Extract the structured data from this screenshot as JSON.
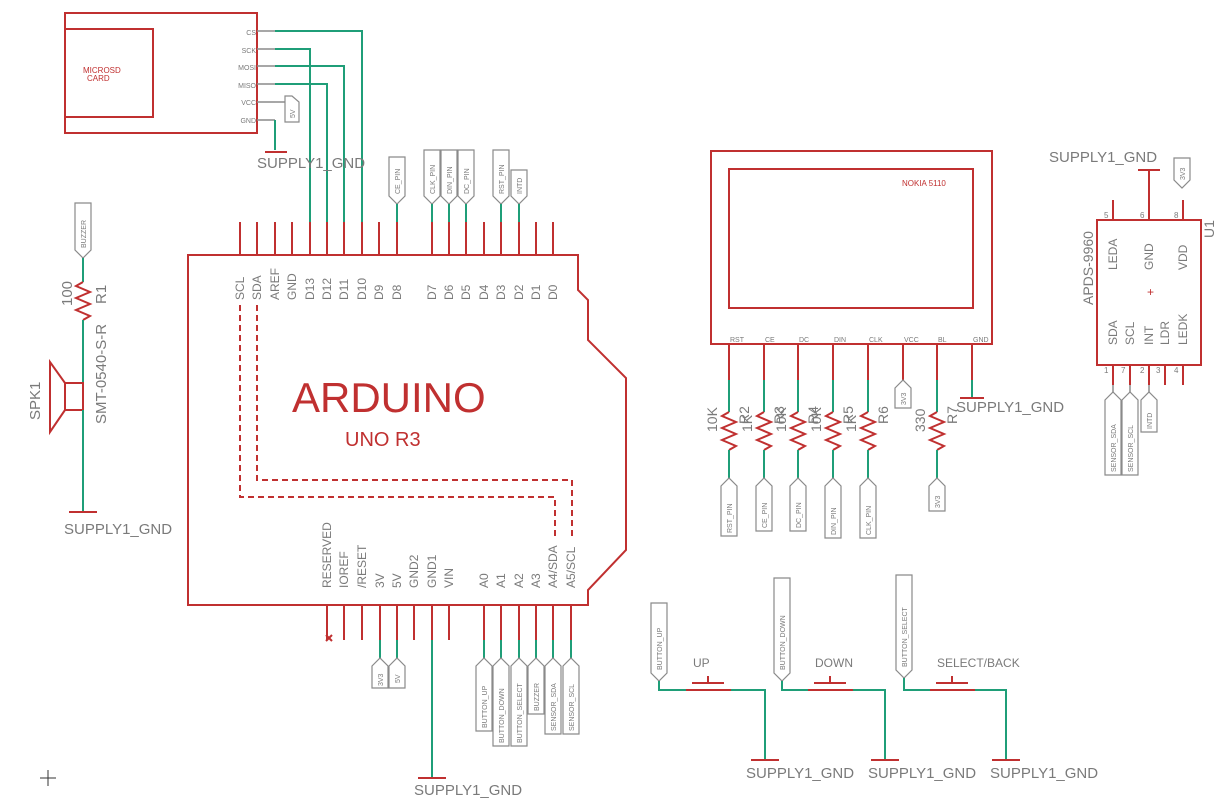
{
  "supply_gnd": "SUPPLY1_GND",
  "sd": {
    "name": "MICROSD\nCARD",
    "name_line1": "MICROSD",
    "name_line2": "CARD",
    "pins": [
      "CS",
      "SCK",
      "MOSI",
      "MISO",
      "VCC",
      "GND"
    ],
    "vcc_flag": "5V"
  },
  "arduino": {
    "title": "ARDUINO",
    "subtitle": "UNO R3",
    "top_pins": [
      "SCL",
      "SDA",
      "AREF",
      "GND",
      "D13",
      "D12",
      "D11",
      "D10",
      "D9",
      "D8",
      "D7",
      "D6",
      "D5",
      "D4",
      "D3",
      "D2",
      "D1",
      "D0"
    ],
    "bottom_pins": [
      "RESERVED",
      "IOREF",
      "/RESET",
      "3V",
      "5V",
      "GND2",
      "GND1",
      "VIN",
      "A0",
      "A1",
      "A2",
      "A3",
      "A4/SDA",
      "A5/SCL"
    ],
    "top_flags": [
      "CE_PIN",
      "CLK_PIN",
      "DIN_PIN",
      "DC_PIN",
      "RST_PIN",
      "INTD"
    ],
    "bottom_power_flags": [
      "3V3",
      "5V"
    ],
    "bottom_flags": [
      "BUTTON_UP",
      "BUTTON_DOWN",
      "BUTTON_SELECT",
      "BUZZER",
      "SENSOR_SDA",
      "SENSOR_SCL"
    ]
  },
  "speaker": {
    "name": "SPK1",
    "part": "SMT-0540-S-R",
    "res_name": "R1",
    "res_value": "100",
    "flag": "BUZZER"
  },
  "nokia": {
    "name": "NOKIA 5110",
    "pins": [
      "RST",
      "CE",
      "DC",
      "DIN",
      "CLK",
      "VCC",
      "BL",
      "GND"
    ],
    "vcc_flag": "3V3",
    "resistors": [
      {
        "value": "10K",
        "name": "R2"
      },
      {
        "value": "1K",
        "name": "R3"
      },
      {
        "value": "10K",
        "name": "R4"
      },
      {
        "value": "10K",
        "name": "R5"
      },
      {
        "value": "1K",
        "name": "R6"
      },
      {
        "value": "330",
        "name": "R7"
      }
    ],
    "flags": [
      "RST_PIN",
      "CE_PIN",
      "DC_PIN",
      "DIN_PIN",
      "CLK_PIN",
      "3V3"
    ]
  },
  "apds": {
    "name": "APDS-9960",
    "ref": "U1",
    "top_pins": [
      "LEDA",
      "GND",
      "VDD"
    ],
    "top_nums": [
      "5",
      "6",
      "8"
    ],
    "bottom_pins": [
      "SDA",
      "SCL",
      "INT",
      "LDR",
      "LEDK"
    ],
    "bottom_nums": [
      "1",
      "7",
      "2",
      "3",
      "4"
    ],
    "vdd_flag": "3V3",
    "flags": [
      "SENSOR_SDA",
      "SENSOR_SCL",
      "INTD"
    ]
  },
  "buttons": [
    {
      "label": "UP",
      "flag": "BUTTON_UP"
    },
    {
      "label": "DOWN",
      "flag": "BUTTON_DOWN"
    },
    {
      "label": "SELECT/BACK",
      "flag": "BUTTON_SELECT"
    }
  ]
}
